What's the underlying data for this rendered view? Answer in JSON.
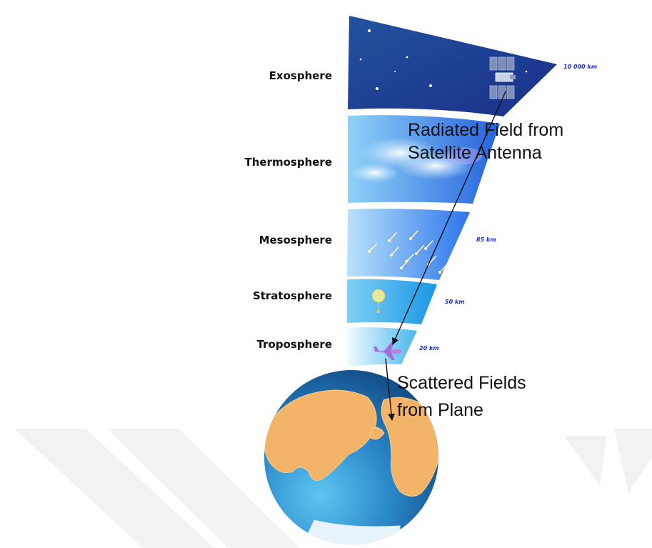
{
  "layers": [
    {
      "name": "Exosphere",
      "color": "#1d3b9a"
    },
    {
      "name": "Thermosphere",
      "color": "#2a78e6"
    },
    {
      "name": "Mesosphere",
      "color": "#3f8ff2"
    },
    {
      "name": "Stratosphere",
      "color": "#2aa6ee"
    },
    {
      "name": "Troposphere",
      "color": "#6cc4f4"
    }
  ],
  "altitudes": {
    "exosphere_top": "10 000 km",
    "thermosphere_top": "85 km",
    "mesosphere_top": "50 km",
    "stratosphere_top": "20 km"
  },
  "callouts": {
    "satellite": [
      "Radiated Field from",
      "Satellite Antenna"
    ],
    "plane": [
      "Scattered Fields",
      "from Plane"
    ]
  },
  "colors": {
    "ocean": "#2a86c8",
    "land": "#f3b469",
    "arrow": "#111111",
    "watermark": "#f2f2f2"
  },
  "icons": [
    "satellite-icon",
    "plane-icon",
    "balloon-icon",
    "meteor-icon",
    "star-icon",
    "earth-globe"
  ]
}
